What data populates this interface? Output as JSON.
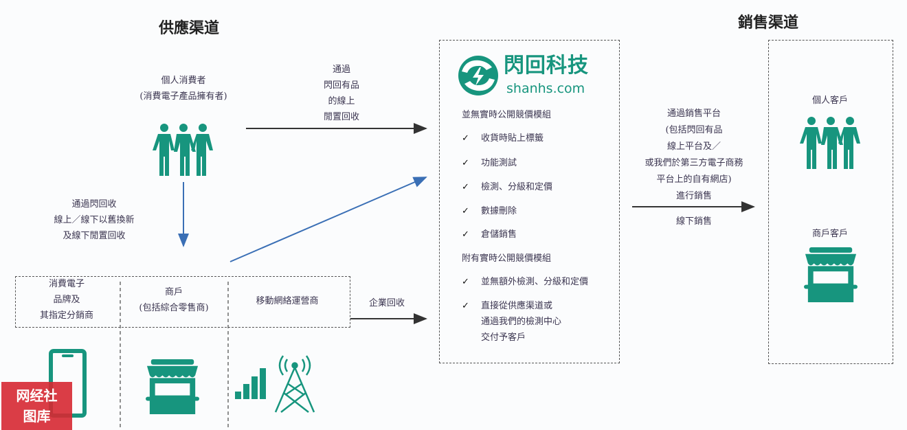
{
  "titles": {
    "supply": "供應渠道",
    "sales": "銷售渠道"
  },
  "supply": {
    "consumer": [
      "個人消費者",
      "(消費電子產品擁有者)"
    ],
    "online_route": [
      "通過",
      "閃回有品",
      "的線上",
      "閒置回收"
    ],
    "offline_route": [
      "通過閃回收",
      "線上／線下以舊換新",
      "及線下閒置回收"
    ],
    "partners": [
      {
        "label": [
          "消費電子",
          "品牌及",
          "其指定分銷商"
        ]
      },
      {
        "label": [
          "商戶",
          "(包括綜合零售商)"
        ]
      },
      {
        "label": [
          "移動網絡運營商"
        ]
      }
    ],
    "enterprise_route": "企業回收"
  },
  "platform": {
    "logo_cn": "閃回科技",
    "logo_en": "shanhs.com",
    "group1": {
      "title": "並無實時公開競價模組",
      "items": [
        "收貨時貼上標籤",
        "功能測試",
        "檢測、分級和定價",
        "數據刪除",
        "倉儲銷售"
      ]
    },
    "group2": {
      "title": "附有實時公開競價模組",
      "items": [
        [
          "並無額外檢測、分級和定價"
        ],
        [
          "直接從供應渠道或",
          "通過我們的檢測中心",
          "交付予客戶"
        ]
      ]
    },
    "check_glyph": "✓"
  },
  "sales": {
    "online_route": [
      "通過銷售平台",
      "(包括閃回有品",
      "線上平台及／",
      "或我們於第三方電子商務",
      "平台上的自有網店)",
      "進行銷售"
    ],
    "offline_route": "線下銷售",
    "customers": [
      "個人客戶",
      "商戶客戶"
    ]
  },
  "watermark": [
    "网经社",
    "图库"
  ],
  "colors": {
    "teal": "#17957e",
    "arrow_blue": "#3a6fb5",
    "text": "#3b3550"
  }
}
